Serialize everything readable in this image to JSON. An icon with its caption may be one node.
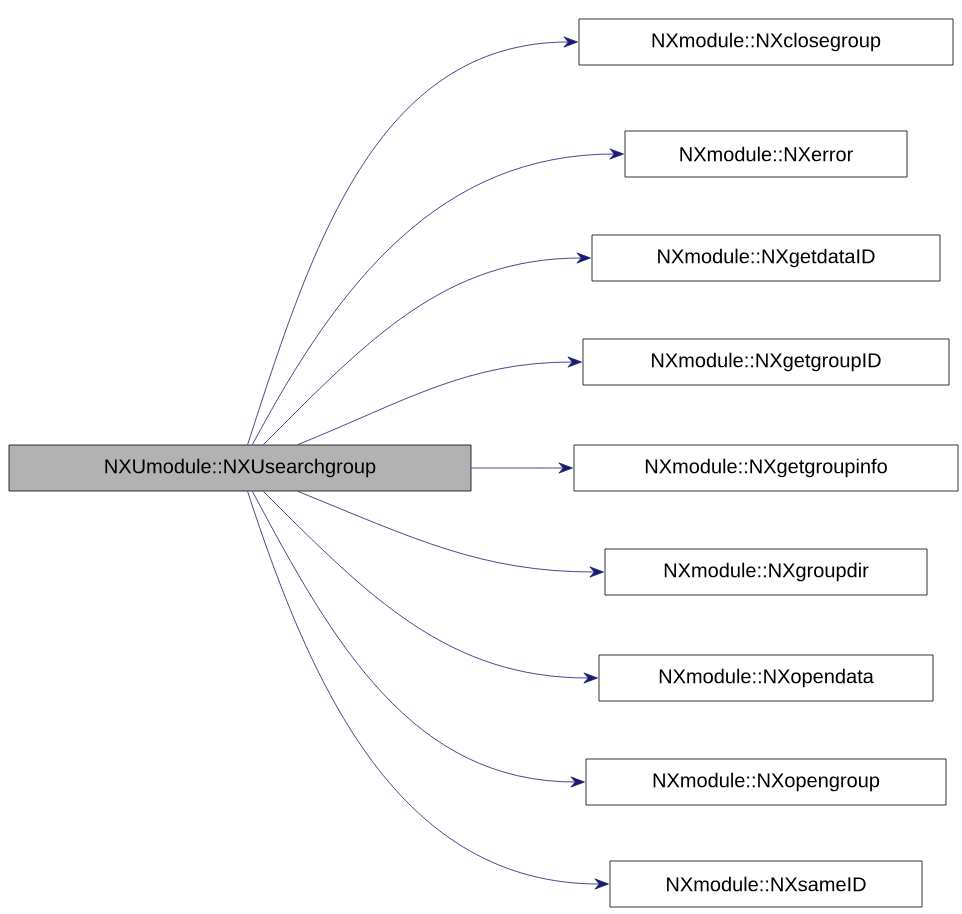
{
  "diagram": {
    "nodes": [
      {
        "text": [
          "NXUmodule::NXUsearchgroup"
        ]
      },
      {
        "text": [
          "NXmodule::NXclosegroup"
        ]
      },
      {
        "text": [
          "NXmodule::NXerror"
        ]
      },
      {
        "text": [
          "NXmodule::NXgetdataID"
        ]
      },
      {
        "text": [
          "NXmodule::NXgetgroupID"
        ]
      },
      {
        "text": [
          "NXmodule::NXgetgroupinfo"
        ]
      },
      {
        "text": [
          "NXmodule::NXgroupdir"
        ]
      },
      {
        "text": [
          "NXmodule::NXopendata"
        ]
      },
      {
        "text": [
          "NXmodule::NXopengroup"
        ]
      },
      {
        "text": [
          "NXmodule::NXsameID"
        ]
      }
    ],
    "edges": [
      {
        "from": 0,
        "to": 1,
        "arrow": "to"
      },
      {
        "from": 0,
        "to": 2,
        "arrow": "to"
      },
      {
        "from": 0,
        "to": 3,
        "arrow": "to"
      },
      {
        "from": 0,
        "to": 4,
        "arrow": "to"
      },
      {
        "from": 0,
        "to": 5,
        "arrow": "to"
      },
      {
        "from": 0,
        "to": 6,
        "arrow": "to"
      },
      {
        "from": 0,
        "to": 7,
        "arrow": "to"
      },
      {
        "from": 0,
        "to": 8,
        "arrow": "to"
      },
      {
        "from": 0,
        "to": 9,
        "arrow": "to"
      }
    ]
  }
}
